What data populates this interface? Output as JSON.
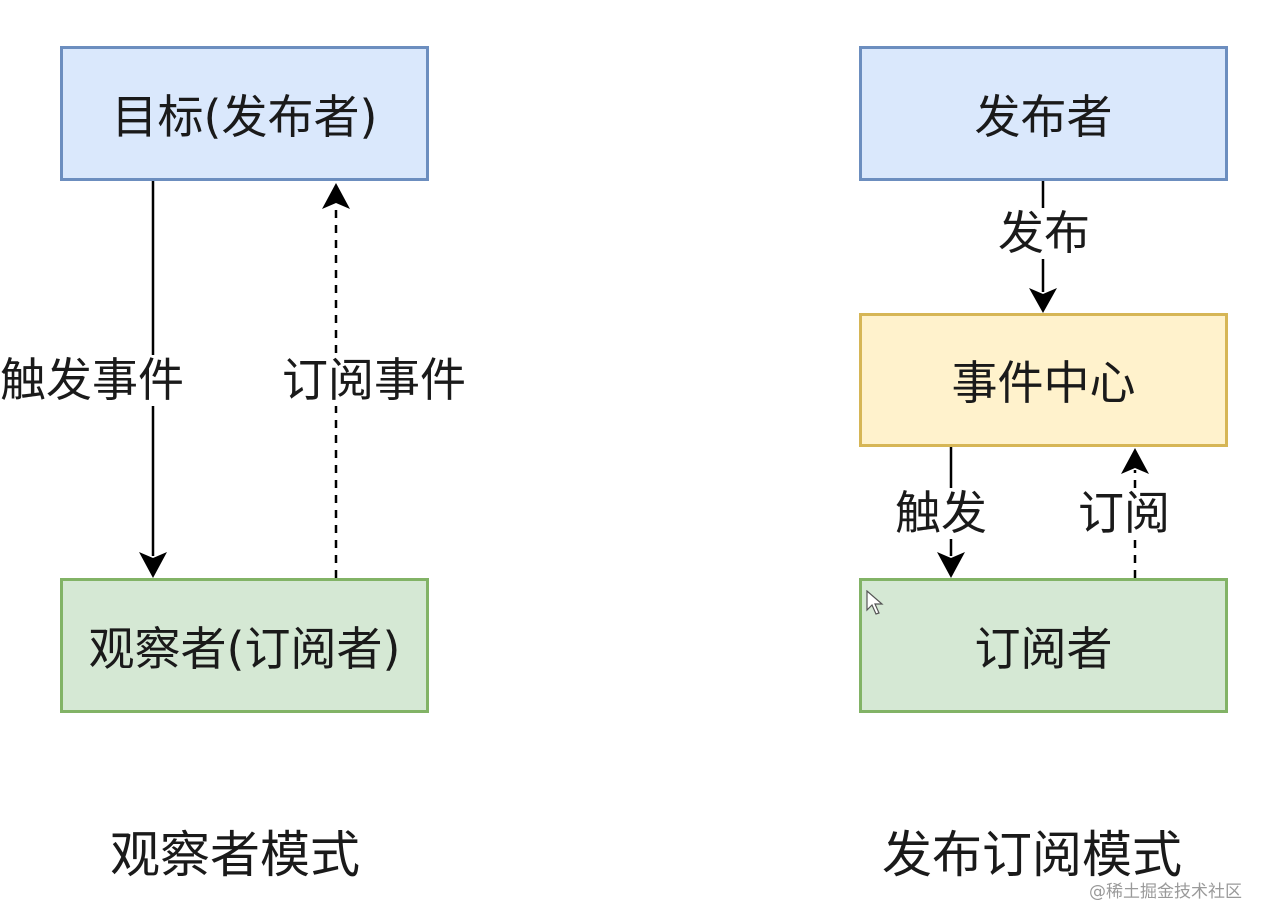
{
  "observer": {
    "target_box": "目标(发布者)",
    "observer_box": "观察者(订阅者)",
    "trigger_label": "触发事件",
    "subscribe_label": "订阅事件",
    "caption": "观察者模式"
  },
  "pubsub": {
    "publisher_box": "发布者",
    "publish_label": "发布",
    "event_center_box": "事件中心",
    "trigger_label": "触发",
    "subscribe_label": "订阅",
    "subscriber_box": "订阅者",
    "caption": "发布订阅模式"
  },
  "watermark": "@稀土掘金技术社区",
  "colors": {
    "blue_fill": "#dae8fc",
    "blue_border": "#6c8ebf",
    "yellow_fill": "#fff2cc",
    "yellow_border": "#d6b656",
    "green_fill": "#d5e8d4",
    "green_border": "#82b366"
  }
}
